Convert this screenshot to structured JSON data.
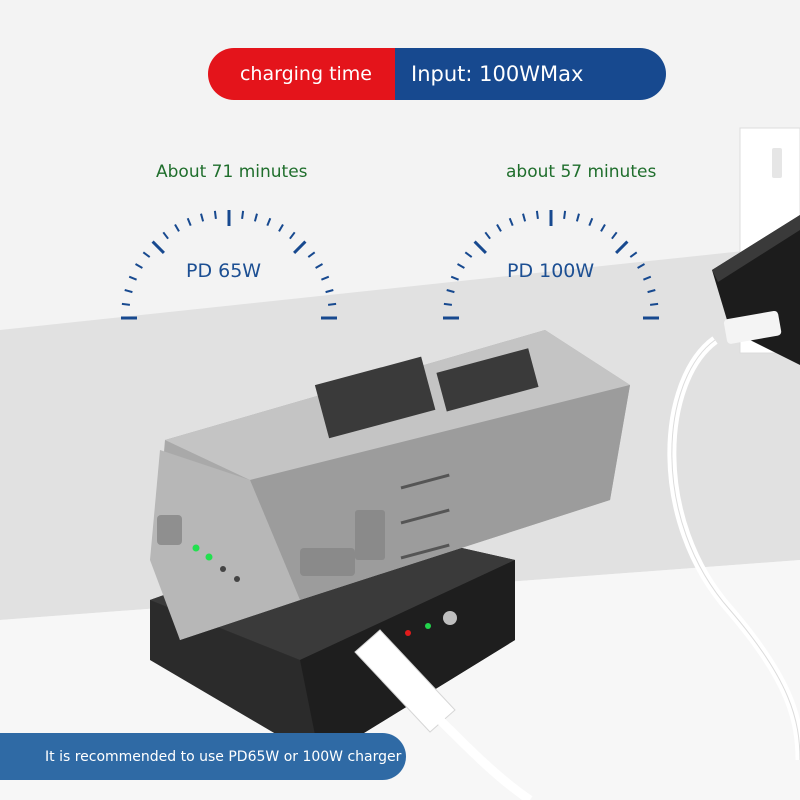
{
  "header": {
    "label_left": "charging time",
    "label_right": "Input: 100WMax"
  },
  "gauges": [
    {
      "time": "About 71 minutes",
      "charger": "PD 65W"
    },
    {
      "time": "about 57 minutes",
      "charger": "PD 100W"
    }
  ],
  "banner": {
    "text": "It is recommended to use PD65W or 100W charger"
  },
  "colors": {
    "red": "#e4141b",
    "blue": "#17498f",
    "green": "#1f6e2c",
    "banner": "#2f6aa5"
  }
}
